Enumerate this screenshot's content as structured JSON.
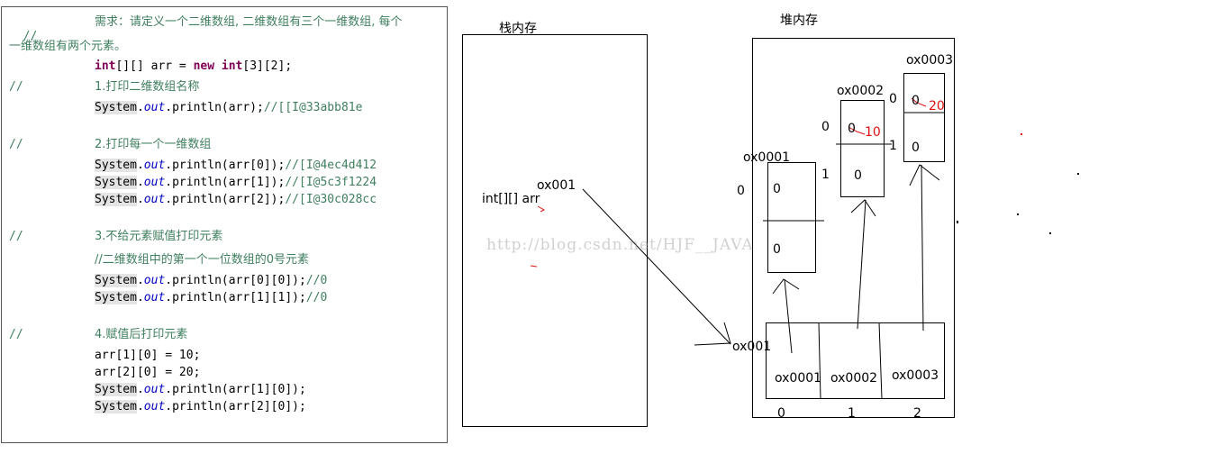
{
  "code": {
    "c1_slash": "//",
    "c1_text": "需求：请定义一个二维数组, 二维数组有三个一维数组, 每个",
    "c1_cont": "一维数组有两个元素。",
    "decl_kw1": "int",
    "decl_a": "[][] arr = ",
    "decl_kw2": "new",
    "decl_kw3": "int",
    "decl_b": "[3][2];",
    "c2_slash": "//",
    "c2_text": "1.打印二维数组名称",
    "p_sys": "System",
    "p_out": "out",
    "p1_call": ".println(arr);",
    "p1_comment": "//[[I@33abb81e",
    "c3_slash": "//",
    "c3_text": "2.打印每一个一维数组",
    "p2_call": ".println(arr[0]);",
    "p2_comment": "//[I@4ec4d412",
    "p3_call": ".println(arr[1]);",
    "p3_comment": "//[I@5c3f1224",
    "p4_call": ".println(arr[2]);",
    "p4_comment": "//[I@30c028cc",
    "c4_slash": "//",
    "c4_text": "3.不给元素赋值打印元素",
    "c5_text": "//二维数组中的第一个一位数组的0号元素",
    "p5_call": ".println(arr[0][0]);",
    "p5_comment": "//0",
    "p6_call": ".println(arr[1][1]);",
    "p6_comment": "//0",
    "c6_slash": "//",
    "c6_text": "4.赋值后打印元素",
    "a1": "arr[1][0] = 10;",
    "a2": "arr[2][0] = 20;",
    "p7_call": ".println(arr[1][0]);",
    "p8_call": ".println(arr[2][0]);"
  },
  "stack": {
    "title": "栈内存",
    "var_label": "int[][] arr",
    "ref": "ox001"
  },
  "heap": {
    "title": "堆内存",
    "outer_ref": "ox001",
    "outer_cells": [
      "ox0001",
      "ox0002",
      "ox0003"
    ],
    "outer_indices": [
      "0",
      "1",
      "2"
    ],
    "arrays": [
      {
        "addr": "ox0001",
        "idx0": "0",
        "idx1": "1",
        "val0": "0",
        "val1": "0"
      },
      {
        "addr": "ox0002",
        "idx0": "0",
        "idx1": "1",
        "val0": "0",
        "new_val": "10",
        "val1": "0"
      },
      {
        "addr": "ox0003",
        "idx0": "0",
        "val0": "0",
        "new_val": "20",
        "val1": "0"
      }
    ]
  },
  "watermark": "http://blog.csdn.net/HJF__JAVA",
  "colors": {
    "keyword": "#7f0055",
    "comment": "#3f7f5f",
    "field": "#0000c0",
    "annotation_red": "#e01010"
  }
}
